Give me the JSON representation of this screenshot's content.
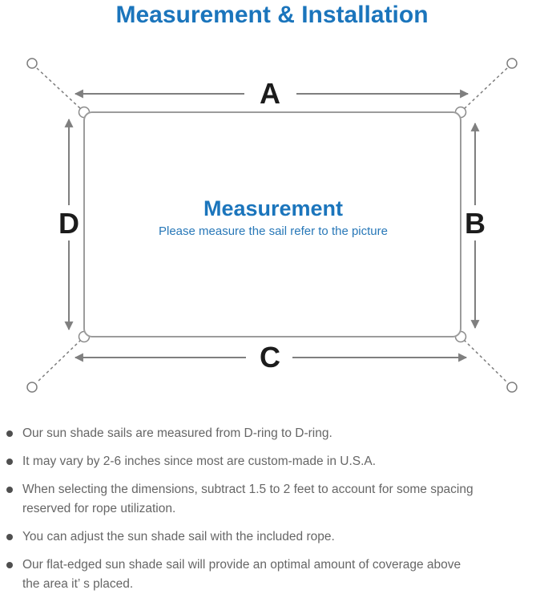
{
  "title": "Measurement & Installation",
  "colors": {
    "accent_blue": "#1b75bc",
    "subtitle_blue": "#2878b8",
    "line_gray": "#7f7f7f",
    "outline_gray": "#9c9c9c",
    "note_text_gray": "#666666",
    "dim_letter_black": "#1c1c1c"
  },
  "diagram": {
    "labels": {
      "a": "A",
      "b": "B",
      "c": "C",
      "d": "D"
    },
    "center_heading": "Measurement",
    "center_subtitle": "Please measure the sail refer to the picture"
  },
  "notes": [
    "Our sun shade sails are measured from D-ring to D-ring.",
    "It may vary by 2-6 inches since most are custom-made in U.S.A.",
    "When selecting the dimensions, subtract 1.5 to 2 feet to account for some spacing\nreserved for rope utilization.",
    "You can adjust the sun shade sail with the included rope.",
    "Our flat-edged sun shade sail will provide an optimal amount of coverage above\nthe area it’ s placed."
  ]
}
